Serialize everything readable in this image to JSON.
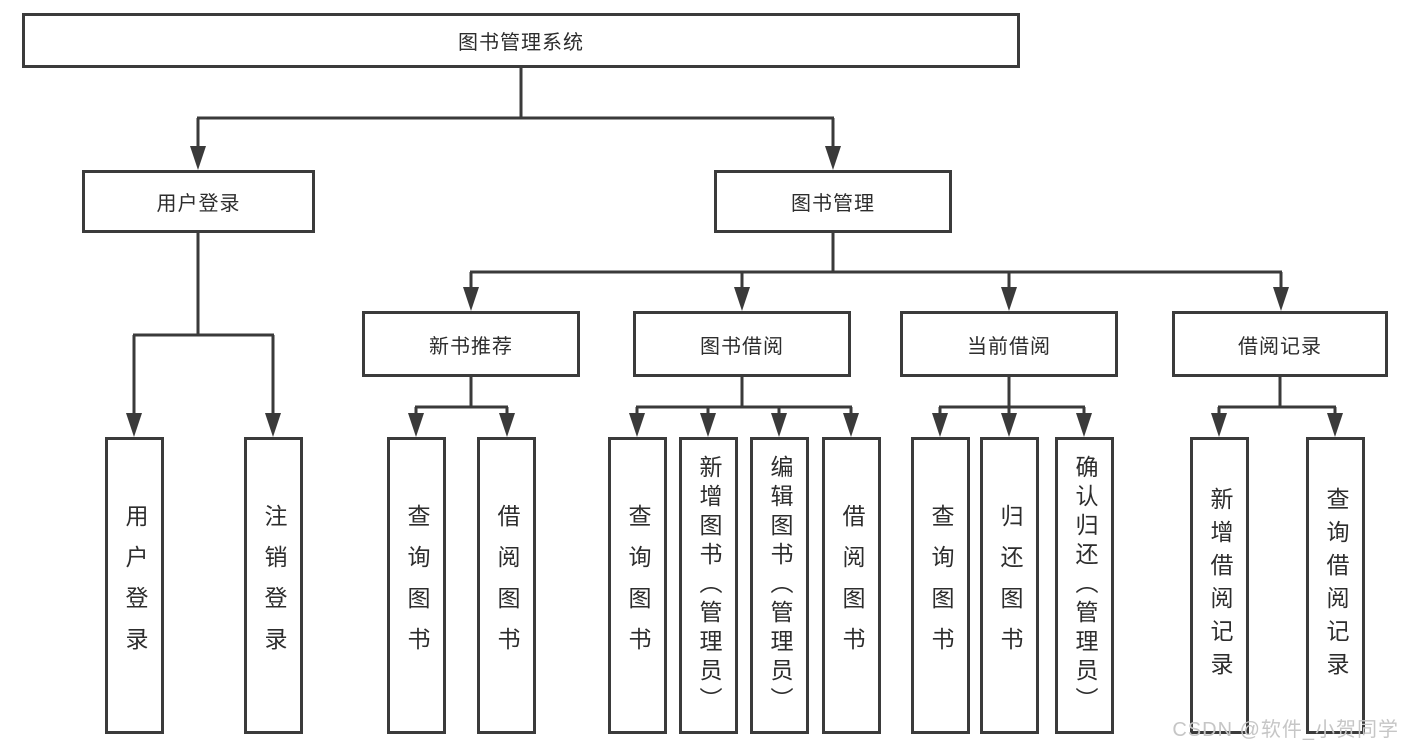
{
  "colors": {
    "line": "#3a3a3a",
    "box_border": "#3b3b3b",
    "text": "#2d2d2d",
    "watermark": "#c6c6c6",
    "background": "#ffffff"
  },
  "tree": {
    "label": "图书管理系统",
    "children": [
      {
        "label": "用户登录",
        "children": [
          {
            "label": "用户登录"
          },
          {
            "label": "注销登录"
          }
        ]
      },
      {
        "label": "图书管理",
        "children": [
          {
            "label": "新书推荐",
            "children": [
              {
                "label": "查询图书"
              },
              {
                "label": "借阅图书"
              }
            ]
          },
          {
            "label": "图书借阅",
            "children": [
              {
                "label": "查询图书"
              },
              {
                "label": "新增图书（管理员）"
              },
              {
                "label": "编辑图书（管理员）"
              },
              {
                "label": "借阅图书"
              }
            ]
          },
          {
            "label": "当前借阅",
            "children": [
              {
                "label": "查询图书"
              },
              {
                "label": "归还图书"
              },
              {
                "label": "确认归还（管理员）"
              }
            ]
          },
          {
            "label": "借阅记录",
            "children": [
              {
                "label": "新增借阅记录"
              },
              {
                "label": "查询借阅记录"
              }
            ]
          }
        ]
      }
    ]
  },
  "watermark": {
    "text": "CSDN @软件_小贺同学"
  }
}
